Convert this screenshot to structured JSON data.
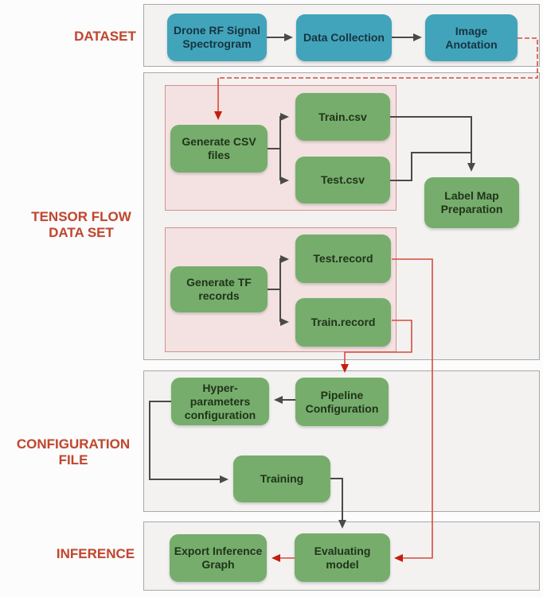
{
  "sections": {
    "dataset": {
      "label": "DATASET"
    },
    "tensorflow": {
      "label": "TENSOR FLOW\nDATA SET"
    },
    "configuration": {
      "label": "CONFIGURATION\nFILE"
    },
    "inference": {
      "label": "INFERENCE"
    }
  },
  "nodes": {
    "drone_rf": "Drone RF Signal\nSpectrogram",
    "data_collection": "Data Collection",
    "image_anotation": "Image Anotation",
    "generate_csv": "Generate CSV\nfiles",
    "train_csv": "Train.csv",
    "test_csv": "Test.csv",
    "label_map": "Label Map\nPreparation",
    "generate_tf": "Generate TF\nrecords",
    "test_record": "Test.record",
    "train_record": "Train.record",
    "hyper_params": "Hyper-parameters\nconfiguration",
    "pipeline_config": "Pipeline\nConfiguration",
    "training": "Training",
    "export_inference": "Export Inference\nGraph",
    "evaluating_model": "Evaluating model"
  },
  "edges": [
    {
      "from": "drone_rf",
      "to": "data_collection",
      "color": "dark"
    },
    {
      "from": "data_collection",
      "to": "image_anotation",
      "color": "dark"
    },
    {
      "from": "image_anotation",
      "to": "generate_csv",
      "color": "red"
    },
    {
      "from": "generate_csv",
      "to": "train_csv",
      "color": "dark"
    },
    {
      "from": "generate_csv",
      "to": "test_csv",
      "color": "dark"
    },
    {
      "from": "train_csv",
      "to": "label_map",
      "color": "dark"
    },
    {
      "from": "test_csv",
      "to": "label_map",
      "color": "dark"
    },
    {
      "from": "generate_tf",
      "to": "test_record",
      "color": "dark"
    },
    {
      "from": "generate_tf",
      "to": "train_record",
      "color": "dark"
    },
    {
      "from": "test_record",
      "to": "evaluating_model",
      "color": "red"
    },
    {
      "from": "train_record",
      "to": "pipeline_config",
      "color": "red"
    },
    {
      "from": "pipeline_config",
      "to": "hyper_params",
      "color": "dark"
    },
    {
      "from": "hyper_params",
      "to": "training",
      "color": "dark"
    },
    {
      "from": "training",
      "to": "evaluating_model",
      "color": "dark"
    },
    {
      "from": "evaluating_model",
      "to": "export_inference",
      "color": "red"
    }
  ],
  "colors": {
    "teal": "#41a4bb",
    "teal-text": "#173440",
    "green": "#76ad6c",
    "green-text": "#203419",
    "section-bg": "#f3f2f1",
    "section-border": "#a8a8a8",
    "pink-bg": "#f3e2e1",
    "pink-border": "#cf9191",
    "red-line": "#d84b3d",
    "red-arrow": "#c41e0f",
    "dark-line": "#4a4a4a",
    "label-text": "#c2462e",
    "page-bg": "#fcfcfc"
  }
}
